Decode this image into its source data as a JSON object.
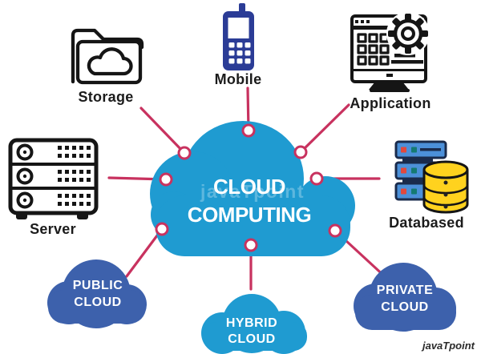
{
  "title": {
    "line1": "CLOUD",
    "line2": "COMPUTING"
  },
  "peripherals": {
    "storage": {
      "label": "Storage"
    },
    "mobile": {
      "label": "Mobile"
    },
    "application": {
      "label": "Application"
    },
    "server": {
      "label": "Server"
    },
    "databased": {
      "label": "Databased"
    }
  },
  "deployment": {
    "public": {
      "line1": "PUBLIC",
      "line2": "CLOUD"
    },
    "hybrid": {
      "line1": "HYBRID",
      "line2": "CLOUD"
    },
    "private": {
      "line1": "PRIVATE",
      "line2": "CLOUD"
    }
  },
  "watermarks": {
    "center": "javaTpoint",
    "corner": "javaTpoint"
  },
  "colors": {
    "centerCloud": "#1F9BD1",
    "hybridCloud": "#1F9BD1",
    "publicCloud": "#3D61AC",
    "privateCloud": "#3D61AC",
    "connector": "#C8325F",
    "nodeFill": "#FFFFFF",
    "mobileBlue": "#2B3C96",
    "rackBlue": "#4C90D9",
    "rackOutline": "#1A2B4C",
    "rackRed": "#E2483D",
    "rackTeal": "#157A72",
    "cylinderYellow": "#FFD21E",
    "iconInk": "#151515"
  }
}
